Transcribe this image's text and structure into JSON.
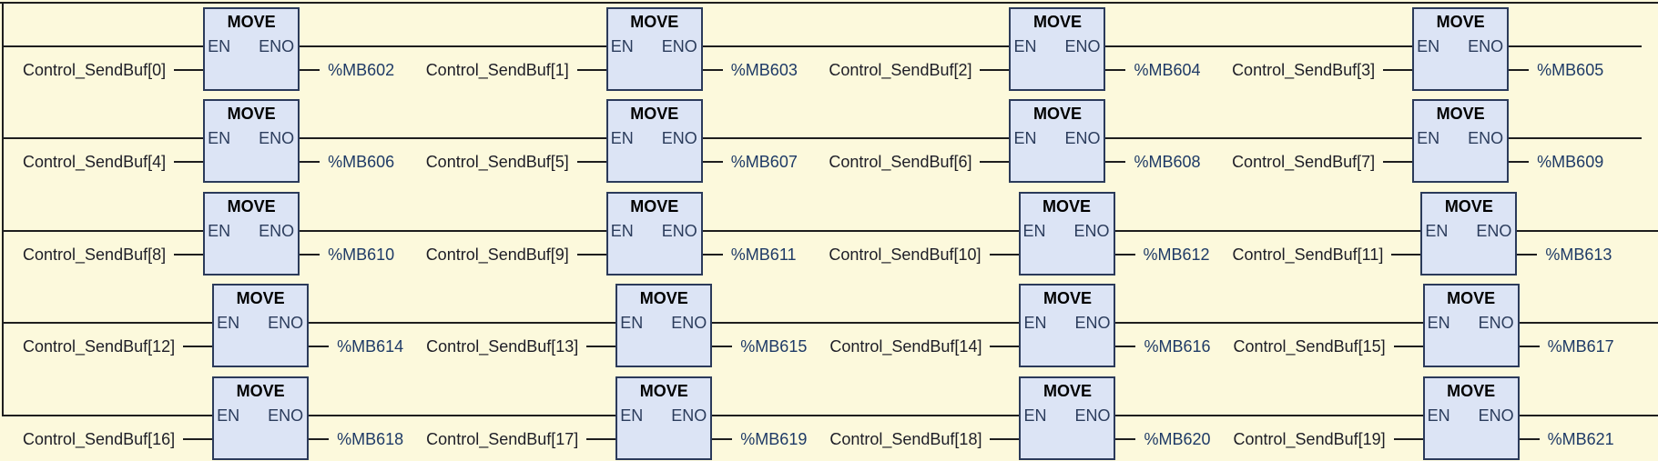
{
  "app": "plc-ladder-editor",
  "labels": {
    "title": "MOVE",
    "en": "EN",
    "eno": "ENO"
  },
  "colors": {
    "bg": "#fcf9dc",
    "wire": "#1e1e1e",
    "block-bg": "#dce4f5",
    "block-border": "#2b3a5a",
    "title": "#000000",
    "port": "#2b3c5c",
    "operand-in": "#1d1d26",
    "operand-out": "#1e3a66"
  },
  "rungs": [
    {
      "cells": [
        {
          "input": "Control_SendBuf[0]",
          "output": "%MB602"
        },
        {
          "input": "Control_SendBuf[1]",
          "output": "%MB603"
        },
        {
          "input": "Control_SendBuf[2]",
          "output": "%MB604"
        },
        {
          "input": "Control_SendBuf[3]",
          "output": "%MB605"
        }
      ]
    },
    {
      "cells": [
        {
          "input": "Control_SendBuf[4]",
          "output": "%MB606"
        },
        {
          "input": "Control_SendBuf[5]",
          "output": "%MB607"
        },
        {
          "input": "Control_SendBuf[6]",
          "output": "%MB608"
        },
        {
          "input": "Control_SendBuf[7]",
          "output": "%MB609"
        }
      ]
    },
    {
      "cells": [
        {
          "input": "Control_SendBuf[8]",
          "output": "%MB610"
        },
        {
          "input": "Control_SendBuf[9]",
          "output": "%MB611"
        },
        {
          "input": "Control_SendBuf[10]",
          "output": "%MB612"
        },
        {
          "input": "Control_SendBuf[11]",
          "output": "%MB613"
        }
      ]
    },
    {
      "cells": [
        {
          "input": "Control_SendBuf[12]",
          "output": "%MB614"
        },
        {
          "input": "Control_SendBuf[13]",
          "output": "%MB615"
        },
        {
          "input": "Control_SendBuf[14]",
          "output": "%MB616"
        },
        {
          "input": "Control_SendBuf[15]",
          "output": "%MB617"
        }
      ]
    },
    {
      "cells": [
        {
          "input": "Control_SendBuf[16]",
          "output": "%MB618"
        },
        {
          "input": "Control_SendBuf[17]",
          "output": "%MB619"
        },
        {
          "input": "Control_SendBuf[18]",
          "output": "%MB620"
        },
        {
          "input": "Control_SendBuf[19]",
          "output": "%MB621"
        }
      ]
    }
  ]
}
